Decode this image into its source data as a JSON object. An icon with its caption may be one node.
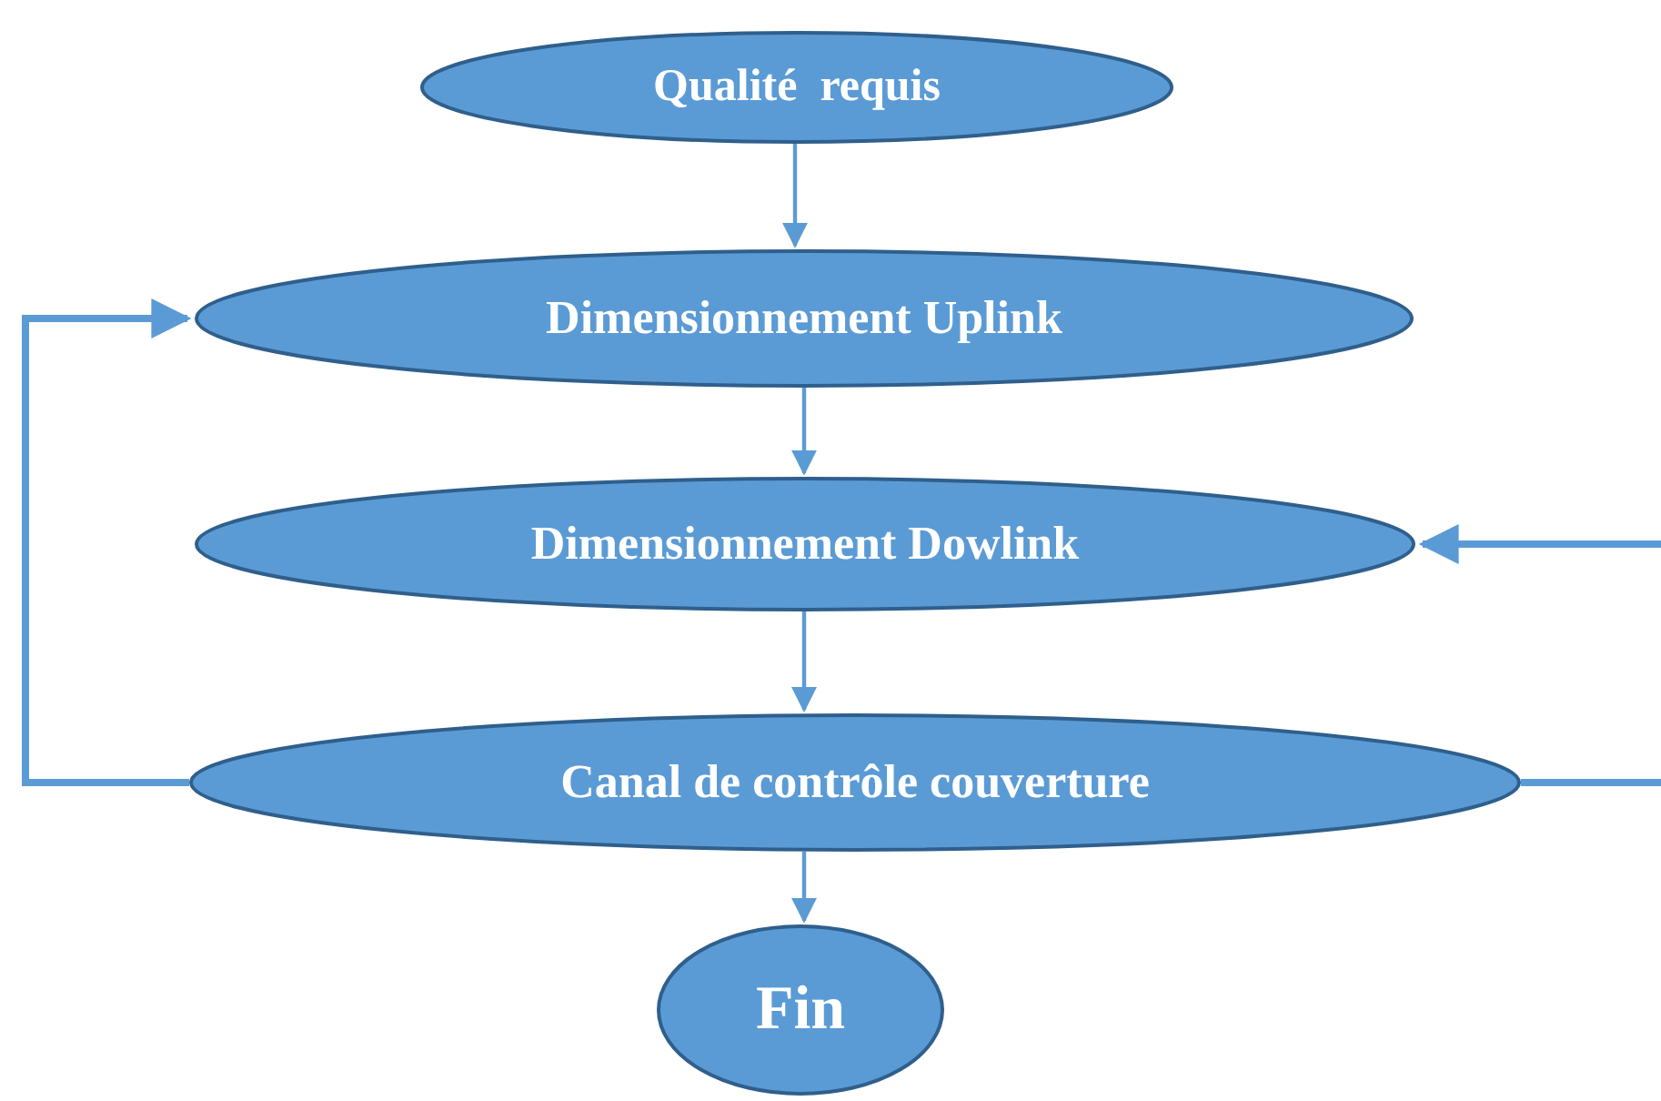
{
  "diagram": {
    "nodes": [
      {
        "text": [
          "Qualité  requis"
        ]
      },
      {
        "text": [
          "Dimensionnement Uplink"
        ]
      },
      {
        "text": [
          "Dimensionnement Dowlink"
        ]
      },
      {
        "text": [
          "Canal de contrôle couverture"
        ]
      },
      {
        "text": [
          "Fin"
        ]
      }
    ],
    "edges": [
      {
        "from": 0,
        "to": 1,
        "arrow": "to"
      },
      {
        "from": 1,
        "to": 2,
        "arrow": "to"
      },
      {
        "from": 2,
        "to": 3,
        "arrow": "to"
      },
      {
        "from": 3,
        "to": 4,
        "arrow": "to"
      },
      {
        "from": 3,
        "to": 1,
        "arrow": "to",
        "style": "thick"
      },
      {
        "from": 3,
        "to": null,
        "arrow": "none",
        "style": "thick"
      },
      {
        "from": null,
        "to": 2,
        "arrow": "to",
        "style": "thick"
      }
    ]
  }
}
